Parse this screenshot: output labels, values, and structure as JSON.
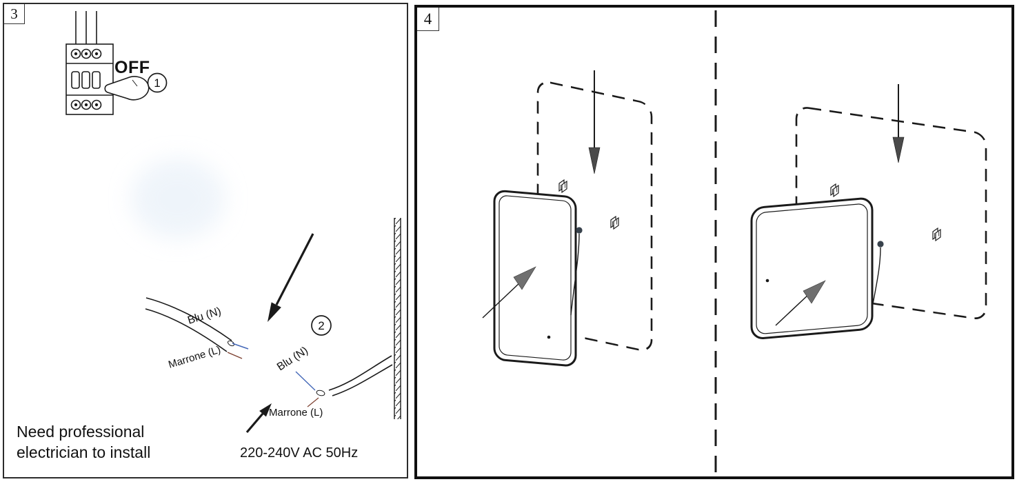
{
  "panel3": {
    "number": "3",
    "off_label": "OFF",
    "step1": "1",
    "step2": "2",
    "left_cable": {
      "blue": "Blu (N)",
      "brown": "Marrone (L)"
    },
    "right_cable": {
      "blue": "Blu (N)",
      "brown": "Marrone (L)"
    },
    "note_line1": "Need professional",
    "note_line2": "electrician to install",
    "voltage": "220-240V AC 50Hz"
  },
  "panel4": {
    "number": "4"
  },
  "colors": {
    "line": "#1a1a1a",
    "blue_wire": "#4468b8",
    "brown_wire": "#7d4030",
    "arrow_fill": "#6f6f6f"
  }
}
